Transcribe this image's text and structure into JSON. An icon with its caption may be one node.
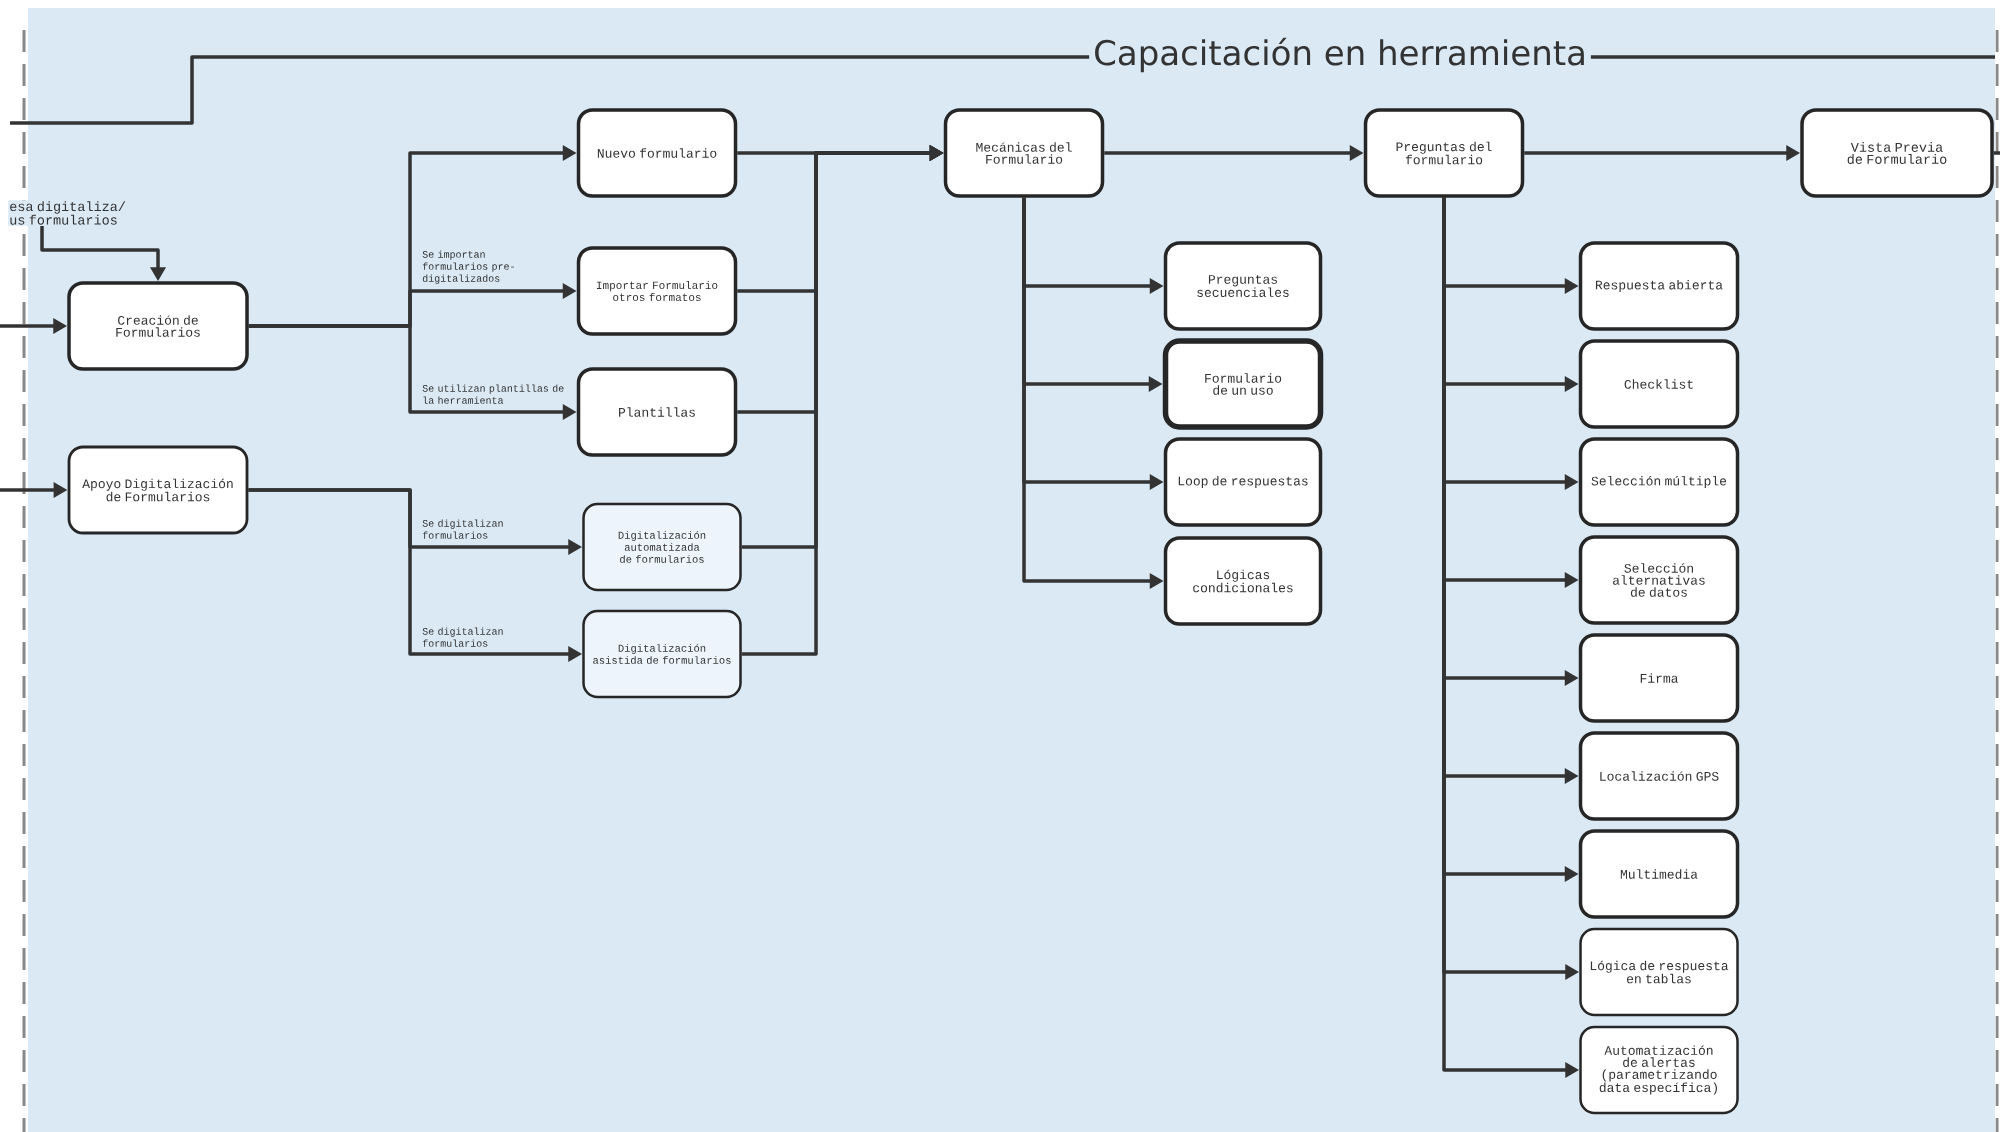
{
  "diagram": {
    "title": "Capacitación en herramienta",
    "nodes": [
      {
        "text": [
          "esa digitaliza/ us formularios"
        ]
      },
      {
        "text": [
          "Creación de Formularios"
        ]
      },
      {
        "text": [
          "Apoyo Digitalización de Formularios"
        ]
      },
      {
        "text": [
          "Nuevo formulario"
        ]
      },
      {
        "text": [
          "Importar Formulario otros formatos"
        ]
      },
      {
        "text": [
          "Plantillas"
        ]
      },
      {
        "text": [
          "Digitalización automatizada de formularios"
        ]
      },
      {
        "text": [
          "Digitalización asistida de formularios"
        ]
      },
      {
        "text": [
          "Mecánicas del Formulario"
        ]
      },
      {
        "text": [
          "Preguntas del formulario"
        ]
      },
      {
        "text": [
          "Vista Previa de Formulario"
        ]
      },
      {
        "text": [
          "Preguntas secuenciales"
        ]
      },
      {
        "text": [
          "Formulario de un uso"
        ]
      },
      {
        "text": [
          "Loop de respuestas"
        ]
      },
      {
        "text": [
          "Lógicas condicionales"
        ]
      },
      {
        "text": [
          "Respuesta abierta"
        ]
      },
      {
        "text": [
          "Checklist"
        ]
      },
      {
        "text": [
          "Selección múltiple"
        ]
      },
      {
        "text": [
          "Selección alternativas de datos"
        ]
      },
      {
        "text": [
          "Firma"
        ]
      },
      {
        "text": [
          "Localización GPS"
        ]
      },
      {
        "text": [
          "Multimedia"
        ]
      },
      {
        "text": [
          "Lógica de respuesta en tablas"
        ]
      },
      {
        "text": [
          "Automatización de alertas (parametrizando data específica)"
        ]
      }
    ],
    "edges": [
      {
        "from": 0,
        "to": 1,
        "arrow": "to"
      },
      {
        "from": null,
        "to": 1,
        "arrow": "to"
      },
      {
        "from": null,
        "to": 2,
        "arrow": "to"
      },
      {
        "from": 1,
        "to": 3,
        "arrow": "to"
      },
      {
        "from": 1,
        "to": 4,
        "arrow": "to",
        "label": "Se importan formularios pre-digitalizados"
      },
      {
        "from": 1,
        "to": 5,
        "arrow": "to",
        "label": "Se utilizan plantillas de la herramienta"
      },
      {
        "from": 2,
        "to": 6,
        "arrow": "to",
        "label": "Se digitalizan formularios"
      },
      {
        "from": 2,
        "to": 7,
        "arrow": "to",
        "label": "Se digitalizan formularios"
      },
      {
        "from": 3,
        "to": 8,
        "arrow": "to"
      },
      {
        "from": 4,
        "to": 8,
        "arrow": "to"
      },
      {
        "from": 5,
        "to": 8,
        "arrow": "to"
      },
      {
        "from": 6,
        "to": 8,
        "arrow": "to"
      },
      {
        "from": 7,
        "to": 8,
        "arrow": "to"
      },
      {
        "from": 8,
        "to": 9,
        "arrow": "to"
      },
      {
        "from": 9,
        "to": 10,
        "arrow": "to"
      },
      {
        "from": 10,
        "to": null,
        "arrow": "none"
      },
      {
        "from": 8,
        "to": 11,
        "arrow": "to"
      },
      {
        "from": 8,
        "to": 12,
        "arrow": "to"
      },
      {
        "from": 8,
        "to": 13,
        "arrow": "to"
      },
      {
        "from": 8,
        "to": 14,
        "arrow": "to"
      },
      {
        "from": 9,
        "to": 15,
        "arrow": "to"
      },
      {
        "from": 9,
        "to": 16,
        "arrow": "to"
      },
      {
        "from": 9,
        "to": 17,
        "arrow": "to"
      },
      {
        "from": 9,
        "to": 18,
        "arrow": "to"
      },
      {
        "from": 9,
        "to": 19,
        "arrow": "to"
      },
      {
        "from": 9,
        "to": 20,
        "arrow": "to"
      },
      {
        "from": 9,
        "to": 21,
        "arrow": "to"
      },
      {
        "from": 9,
        "to": 22,
        "arrow": "to"
      },
      {
        "from": 9,
        "to": 23,
        "arrow": "to"
      }
    ]
  }
}
